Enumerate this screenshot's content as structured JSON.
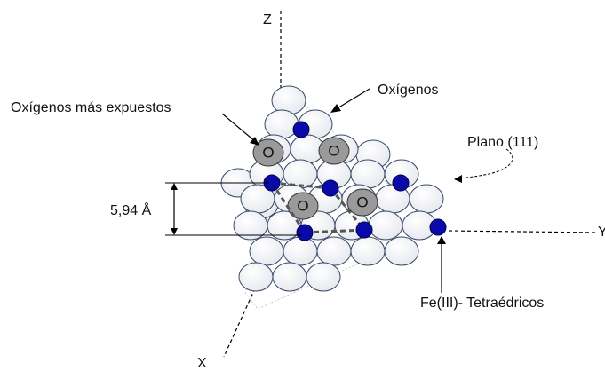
{
  "axes": {
    "z_label": "Z",
    "x_label": "X",
    "y_label": "Y"
  },
  "labels": {
    "exposed_oxygens": "Oxígenos más expuestos",
    "oxygens": "Oxígenos",
    "plane": "Plano (111)",
    "distance": "5,94 Å",
    "fe_tetrahedral": "Fe(III)- Tetraédricos"
  },
  "oxygen_marker": "O",
  "colors": {
    "oxygen_sphere": "#eef0f4",
    "exposed_oxygen": "#9a9a9a",
    "fe_atom": "#0a0aa8",
    "dashed_bond": "#555555",
    "axis": "#000000"
  }
}
